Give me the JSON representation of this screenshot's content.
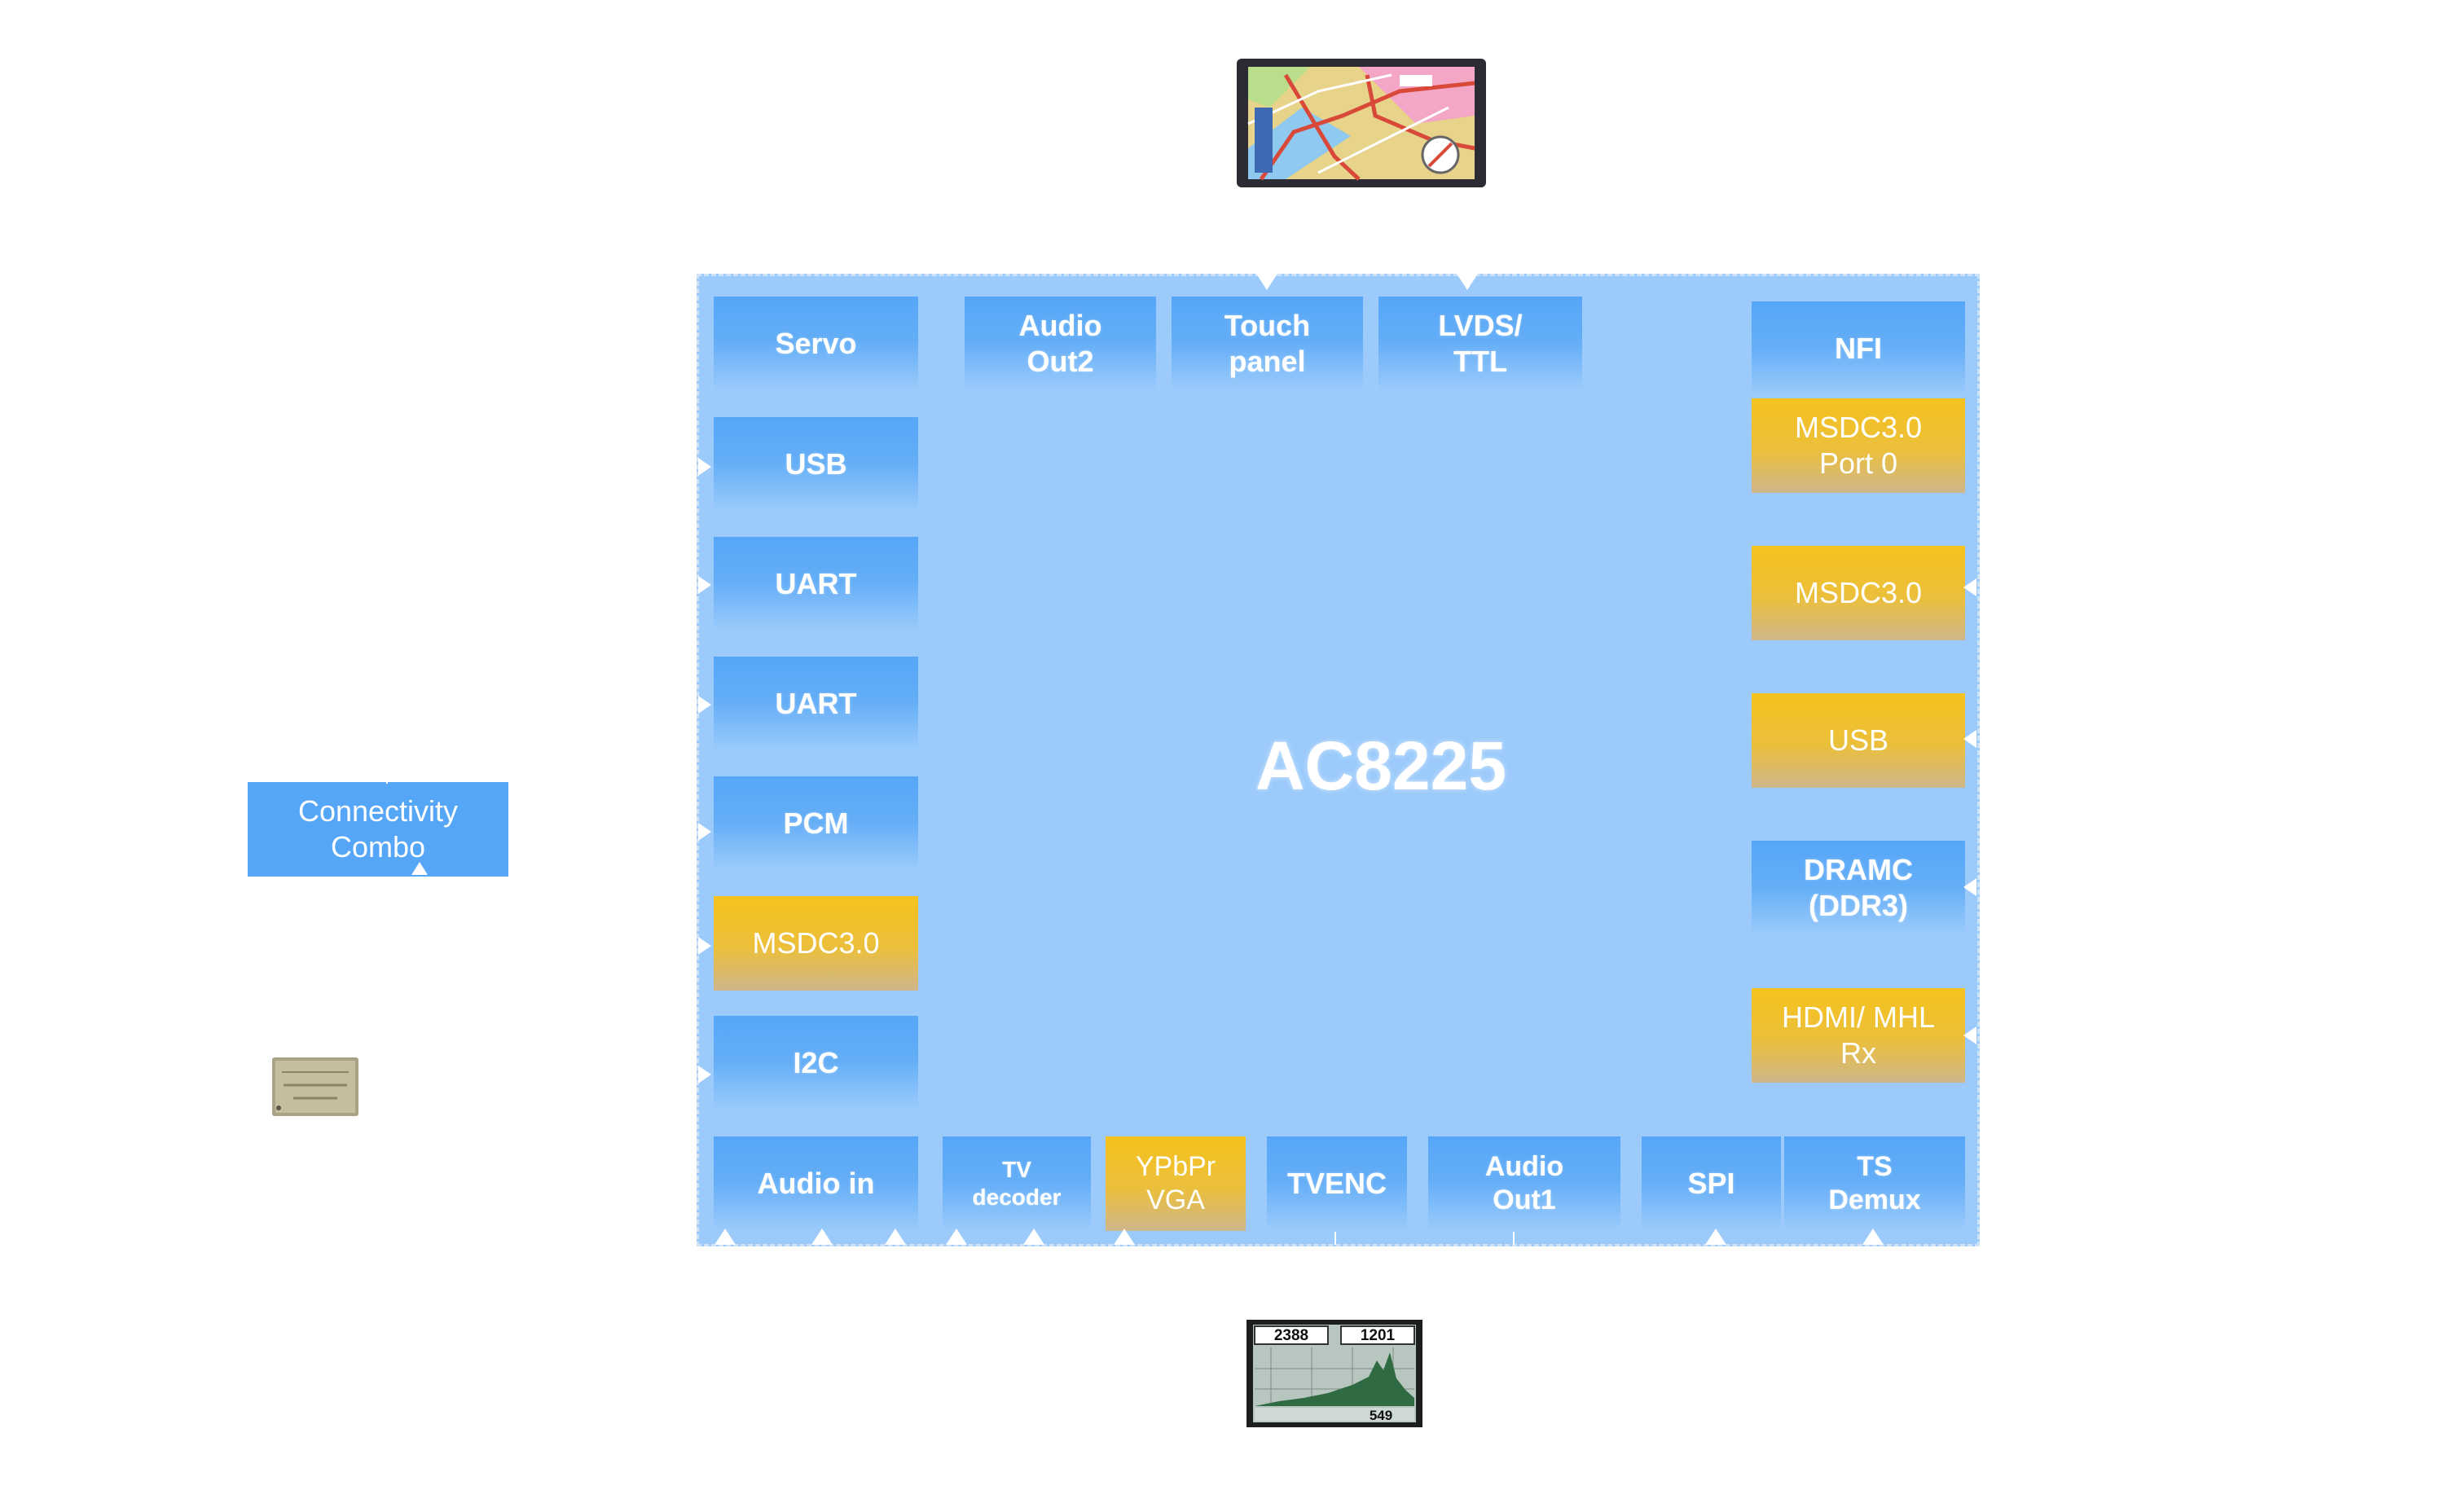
{
  "chip": {
    "name": "AC8225"
  },
  "left_blocks": [
    "Servo",
    "USB",
    "UART",
    "UART",
    "PCM",
    "MSDC3.0",
    "I2C"
  ],
  "top_blocks": [
    "Audio\nOut2",
    "Touch\npanel",
    "LVDS/\nTTL"
  ],
  "right_blocks": [
    "NFI",
    "MSDC3.0\nPort 0",
    "MSDC3.0",
    "USB",
    "DRAMC\n(DDR3)",
    "HDMI/ MHL\nRx"
  ],
  "bottom_blocks": [
    "Audio in",
    "TV\ndecoder",
    "YPbPr\nVGA",
    "TVENC",
    "Audio\nOut1",
    "SPI",
    "TS\nDemux"
  ],
  "external": {
    "connectivity": "Connectivity\nCombo",
    "display_icon": "navigation-map-display-icon",
    "module_icon": "wireless-module-chip-icon",
    "meter_icon": "signal-meter-screen-icon"
  },
  "meter": {
    "left_value": "2388",
    "right_value": "1201",
    "bottom_value": "549"
  },
  "colors": {
    "chip_bg": "#9ccbfb",
    "block_blue": "#56a6f8",
    "block_gold": "#f6c21d",
    "text": "#ffffff"
  }
}
